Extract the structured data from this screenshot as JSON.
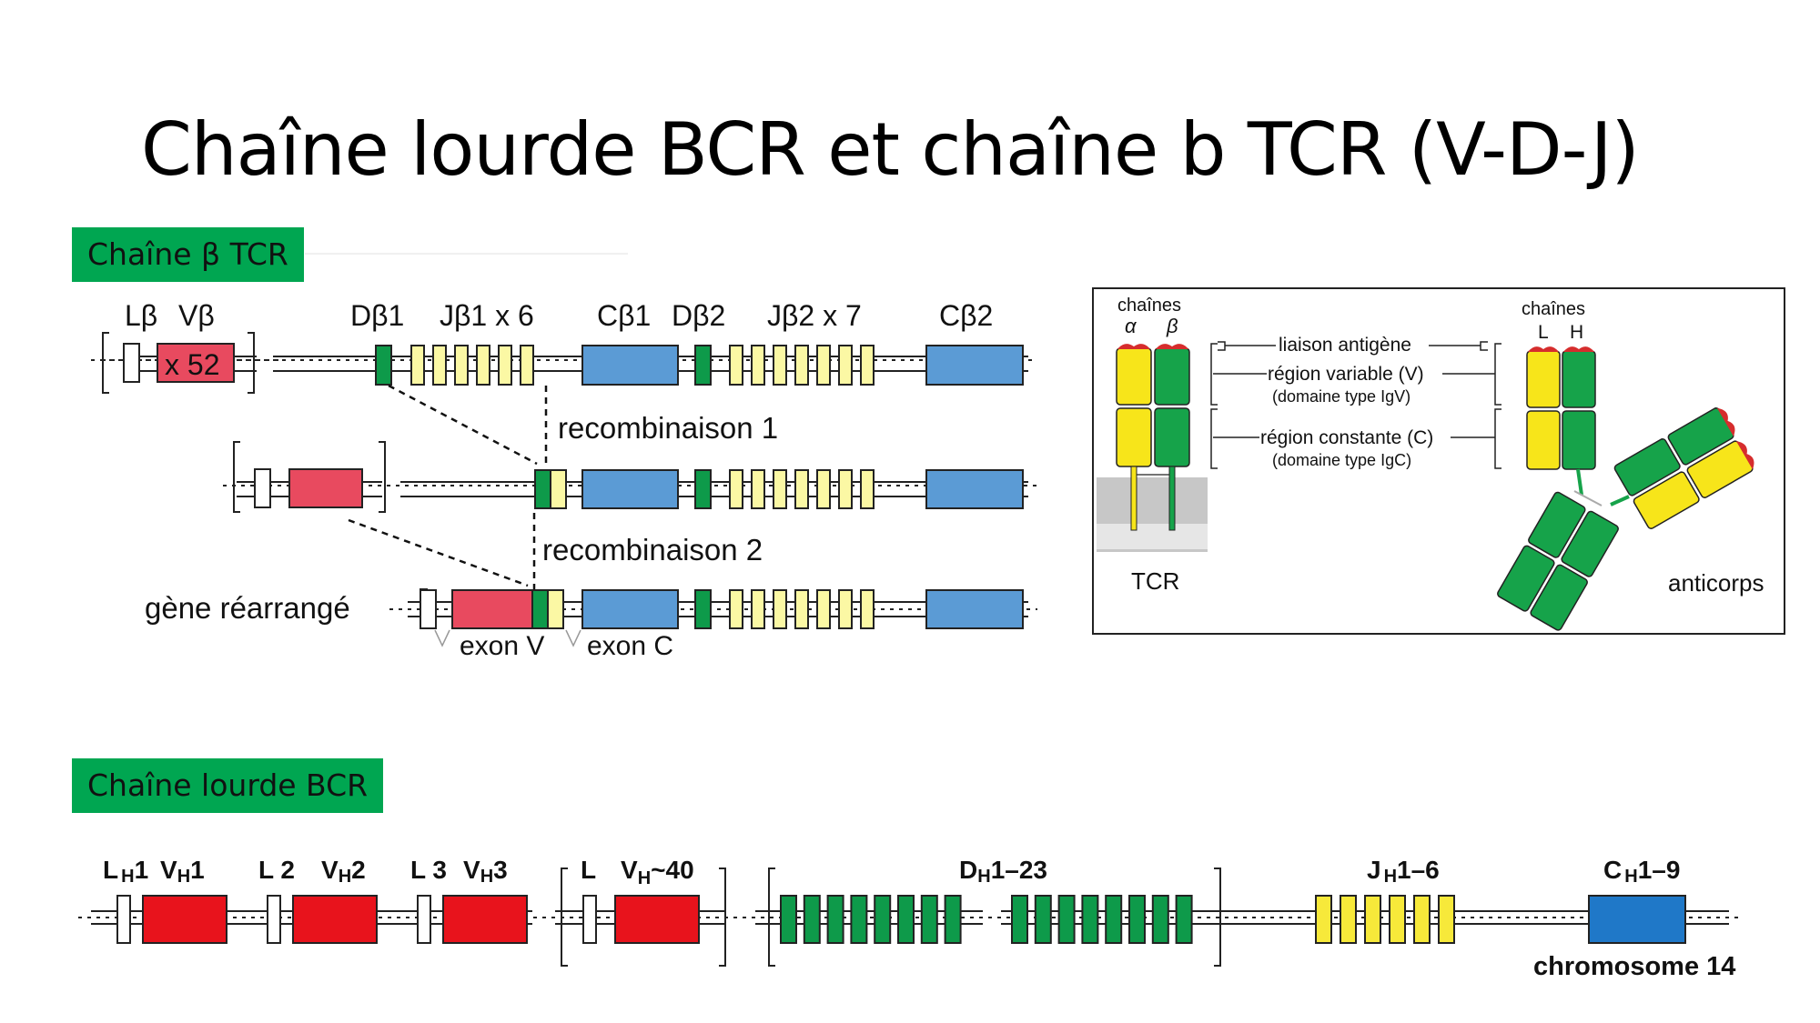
{
  "title": "Chaîne lourde BCR et chaîne b TCR (V-D-J)",
  "sections": {
    "tcr": {
      "label": "Chaîne β TCR",
      "germline_labels": {
        "lb": "Lβ",
        "vb": "Vβ",
        "db1": "Dβ1",
        "jb1": "Jβ1 x 6",
        "cb1": "Cβ1",
        "db2": "Dβ2",
        "jb2": "Jβ2 x 7",
        "cb2": "Cβ2"
      },
      "v_count": "x 52",
      "step1": "recombinaison 1",
      "step2": "recombinaison 2",
      "rearranged": "gène réarrangé",
      "exon_v": "exon V",
      "exon_c": "exon C"
    },
    "bcr": {
      "label": "Chaîne lourde BCR",
      "chromosome": "chromosome 14",
      "labels": {
        "lh1_a": "L",
        "lh1_b": "H",
        "lh1_c": "1",
        "vh1_a": "V",
        "vh1_b": "H",
        "vh1_c": "1",
        "l2": "L 2",
        "vh2_a": "V",
        "vh2_b": "H",
        "vh2_c": "2",
        "l3": "L 3",
        "vh3_a": "V",
        "vh3_b": "H",
        "vh3_c": "3",
        "l": "L",
        "vh40_a": "V",
        "vh40_b": "H",
        "vh40_c": "~40",
        "dh_a": "D",
        "dh_b": "H",
        "dh_c": "1–23",
        "jh_a": "J",
        "jh_b": "H",
        "jh_c": "1–6",
        "ch_a": "C",
        "ch_b": "H",
        "ch_c": "1–9"
      }
    }
  },
  "inset": {
    "tcr_chains_title": "chaînes",
    "tcr_alpha": "α",
    "tcr_beta": "β",
    "ab_chains_title": "chaînes",
    "ab_l": "L",
    "ab_h": "H",
    "antigen_binding": "liaison antigène",
    "variable_region": "région variable (V)",
    "variable_sub": "(domaine type IgV)",
    "constant_region": "région constante (C)",
    "constant_sub": "(domaine type IgC)",
    "tcr_label": "TCR",
    "antibody_label": "anticorps"
  },
  "colors": {
    "v_segment": "#e84a5f",
    "bcr_v_segment": "#e8131c",
    "d_segment": "#0e9a4a",
    "j_segment": "#fbf8a4",
    "bcr_j_segment": "#f7e93a",
    "c_segment": "#5b9bd5",
    "bcr_c_segment": "#1f78c8",
    "label_bg": "#00a651",
    "inset_yellow": "#f7e51a",
    "inset_green": "#16a34a"
  }
}
